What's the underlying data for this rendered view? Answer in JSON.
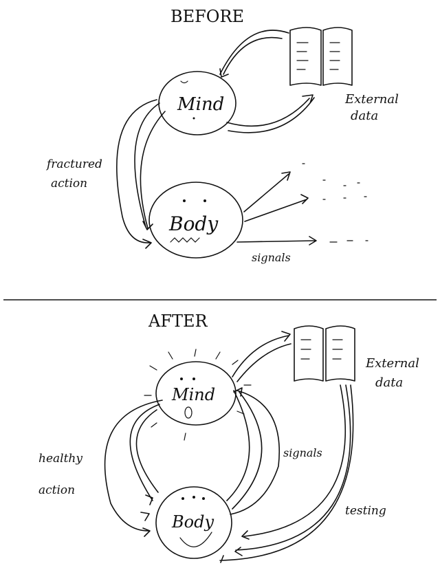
{
  "before": {
    "title": "BEFORE",
    "mind_label": "Mind",
    "body_label": "Body",
    "external_label_1": "External",
    "external_label_2": "data",
    "action_label_1": "fractured",
    "action_label_2": "action",
    "signals_label": "signals"
  },
  "after": {
    "title": "AFTER",
    "mind_label": "Mind",
    "body_label": "Body",
    "external_label_1": "External",
    "external_label_2": "data",
    "action_label_1": "healthy",
    "action_label_2": "action",
    "signals_label": "signals",
    "testing_label": "testing"
  }
}
